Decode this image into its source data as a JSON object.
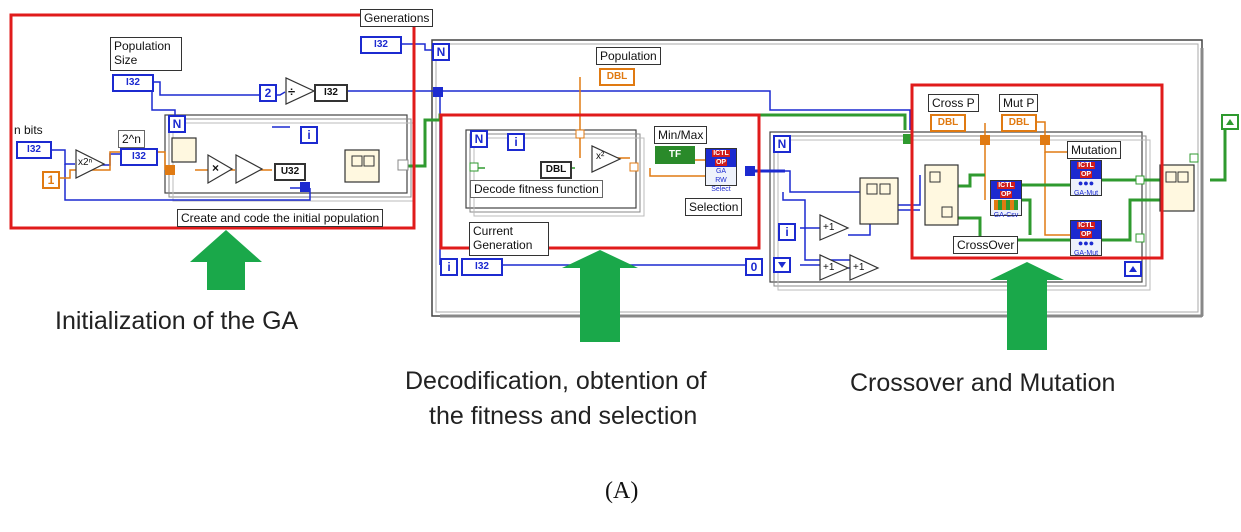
{
  "labels": {
    "generations": "Generations",
    "population_size": "Population\nSize",
    "n_bits": "n bits",
    "two_pow_n": "2^n",
    "population": "Population",
    "min_max": "Min/Max",
    "cross_p": "Cross P",
    "mut_p": "Mut P",
    "mutation": "Mutation",
    "create_code": "Create and code the initial population",
    "decode_fitness": "Decode fitness function",
    "selection": "Selection",
    "current_generation": "Current\nGeneration",
    "crossover_box": "CrossOver"
  },
  "controls": {
    "i32": "I32",
    "dbl": "DBL",
    "tf": "TF",
    "u32": "U32",
    "const_2": "2",
    "const_1": "1",
    "const_0": "0",
    "loop_n": "N",
    "loop_i": "i",
    "plus_one": "+1",
    "div": "÷",
    "times": "×",
    "x_pow_2n": "x2ⁿ",
    "x_pow_2": "x²"
  },
  "vis": {
    "ga_select": {
      "hd": "ICTL",
      "op": "OP",
      "l1": "GA",
      "l2": "RW",
      "l3": "Select"
    },
    "ga_csv": {
      "hd": "ICTL",
      "op": "OP",
      "label": "GA-Csv"
    },
    "ga_mut": {
      "hd": "ICTL",
      "op": "OP",
      "label": "GA-Mut"
    }
  },
  "captions": {
    "init": "Initialization of the GA",
    "decode_line1": "Decodification, obtention of",
    "decode_line2": "the fitness and selection",
    "cross": "Crossover and Mutation"
  },
  "figure_label": "(A)",
  "colors": {
    "highlight_red": "#e01b1b",
    "arrow_green": "#1aa84a",
    "wire_blue": "#1c2ad0",
    "wire_orange": "#e07a12",
    "wire_green": "#2f9a2f"
  }
}
